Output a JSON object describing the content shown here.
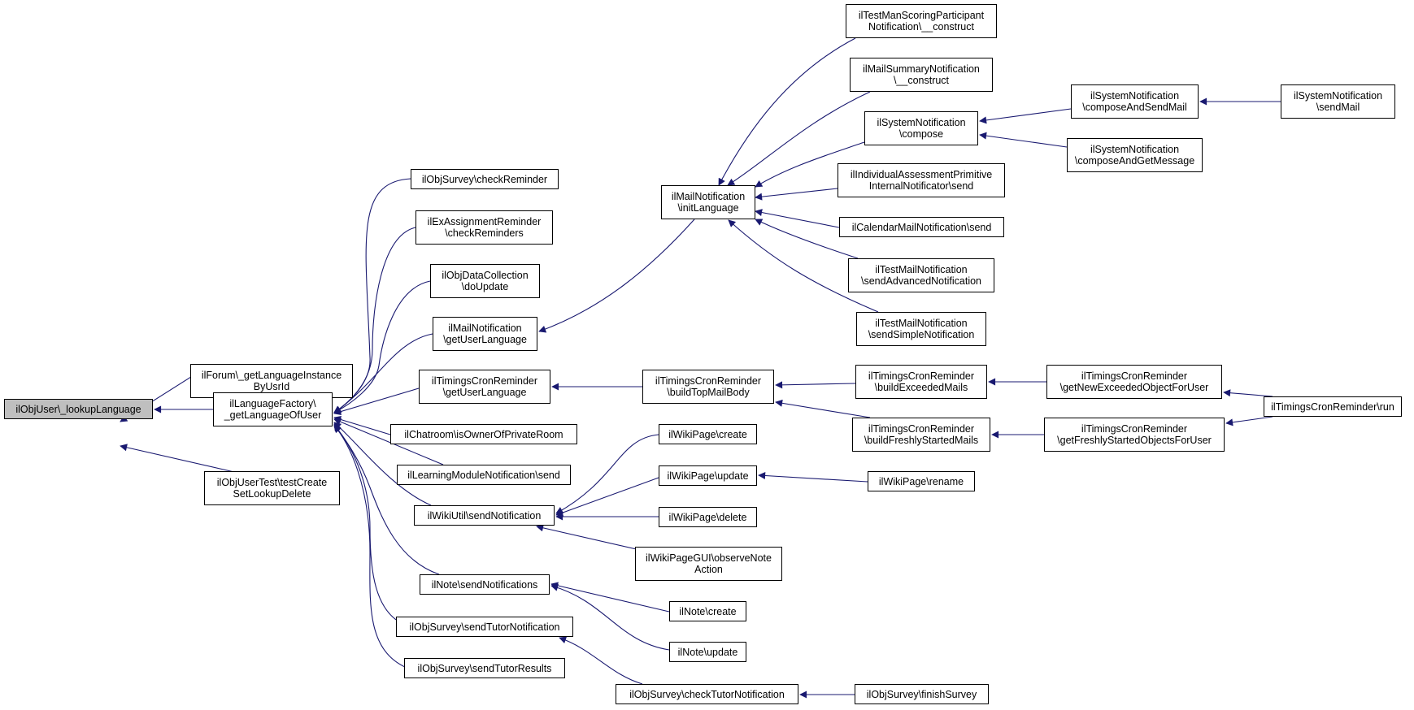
{
  "colors": {
    "edge": "#191970",
    "border": "#000000",
    "root_fill": "#bfbfbf",
    "fill": "#ffffff"
  },
  "nodes": {
    "root": "ilObjUser\\_lookupLanguage",
    "forum_getlang": "ilForum\\_getLanguageInstance\nByUsrId",
    "langfactory": "ilLanguageFactory\\\n_getLanguageOfUser",
    "usertest": "ilObjUserTest\\testCreate\nSetLookupDelete",
    "survey_checkreminder": "ilObjSurvey\\checkReminder",
    "exassign_checkreminders": "ilExAssignmentReminder\n\\checkReminders",
    "datacollection_doupdate": "ilObjDataCollection\n\\doUpdate",
    "mailnotif_getuserlang": "ilMailNotification\n\\getUserLanguage",
    "timings_getuserlang": "ilTimingsCronReminder\n\\getUserLanguage",
    "chatroom_isowner": "ilChatroom\\isOwnerOfPrivateRoom",
    "lm_notif_send": "ilLearningModuleNotification\\send",
    "wikiutil_sendnotif": "ilWikiUtil\\sendNotification",
    "note_sendnotifs": "ilNote\\sendNotifications",
    "survey_sendtutornotif": "ilObjSurvey\\sendTutorNotification",
    "survey_sendtutorresults": "ilObjSurvey\\sendTutorResults",
    "mailnotif_initlang": "ilMailNotification\n\\initLanguage",
    "timings_buildtopmailbody": "ilTimingsCronReminder\n\\buildTopMailBody",
    "wikipage_create": "ilWikiPage\\create",
    "wikipage_update": "ilWikiPage\\update",
    "wikipage_delete": "ilWikiPage\\delete",
    "wikipagegui_observe": "ilWikiPageGUI\\observeNote\nAction",
    "note_create": "ilNote\\create",
    "note_update": "ilNote\\update",
    "survey_checktutornotif": "ilObjSurvey\\checkTutorNotification",
    "testman_scoring_construct": "ilTestManScoringParticipant\nNotification\\__construct",
    "mailsummary_construct": "ilMailSummaryNotification\n\\__construct",
    "sysnotif_compose": "ilSystemNotification\n\\compose",
    "indassess_send": "ilIndividualAssessmentPrimitive\nInternalNotificator\\send",
    "calmail_send": "ilCalendarMailNotification\\send",
    "testmail_sendadvanced": "ilTestMailNotification\n\\sendAdvancedNotification",
    "testmail_sendsimple": "ilTestMailNotification\n\\sendSimpleNotification",
    "timings_buildexceeded": "ilTimingsCronReminder\n\\buildExceededMails",
    "timings_buildfreshly": "ilTimingsCronReminder\n\\buildFreshlyStartedMails",
    "wikipage_rename": "ilWikiPage\\rename",
    "survey_finishsurvey": "ilObjSurvey\\finishSurvey",
    "sysnotif_composeandsend": "ilSystemNotification\n\\composeAndSendMail",
    "sysnotif_composeandget": "ilSystemNotification\n\\composeAndGetMessage",
    "timings_getnewexceeded": "ilTimingsCronReminder\n\\getNewExceededObjectForUser",
    "timings_getfreshly": "ilTimingsCronReminder\n\\getFreshlyStartedObjectsForUser",
    "sysnotif_sendmail": "ilSystemNotification\n\\sendMail",
    "timings_run": "ilTimingsCronReminder\\run"
  }
}
